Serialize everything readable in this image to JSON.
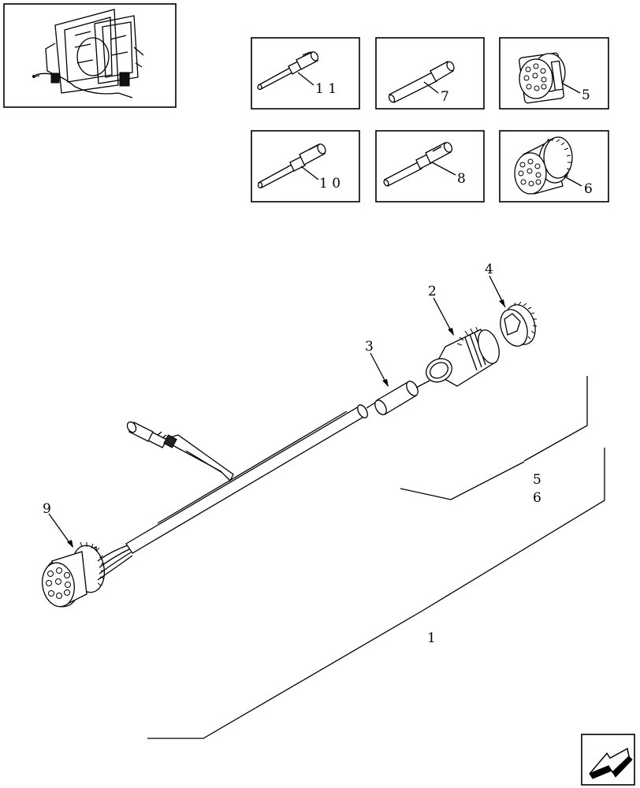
{
  "callouts": {
    "c1": "1",
    "c2": "2",
    "c3": "3",
    "c4": "4",
    "c5": "5",
    "c6": "6",
    "c9": "9",
    "group_5": "5",
    "group_6": "6"
  },
  "panels": {
    "p11": "1 1",
    "p7": "7",
    "p5": "5",
    "p10": "1 0",
    "p8": "8",
    "p6": "6"
  },
  "icons": {
    "thumbnail": "machine-location-thumbnail",
    "nav": "next-page-arrow-icon"
  }
}
